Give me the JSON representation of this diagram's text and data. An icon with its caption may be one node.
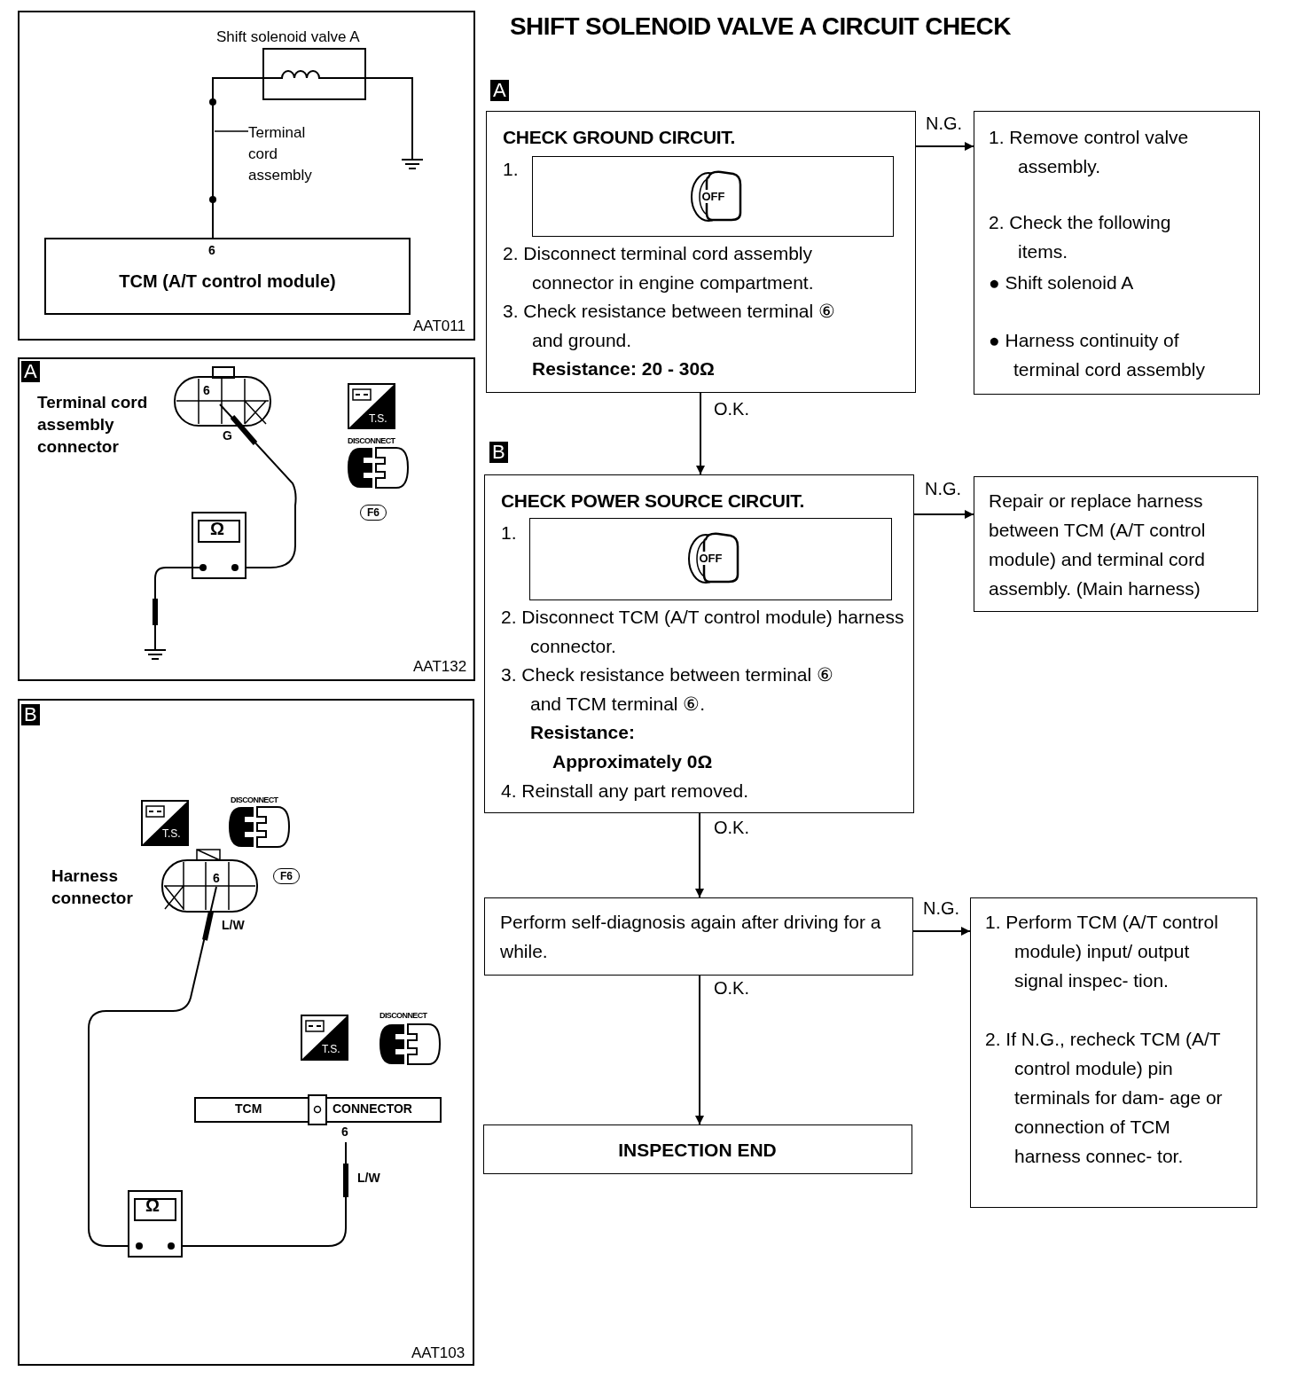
{
  "diagram": {
    "title": "SHIFT SOLENOID VALVE A CIRCUIT CHECK",
    "nodes": [
      {
        "text": [
          "AAT011"
        ]
      },
      {
        "text": [
          "Shift solenoid valve A"
        ],
        "in": 0
      },
      {
        "text": [
          "Terminal cord assembly"
        ],
        "in": 0
      },
      {
        "text": [
          "6",
          "TCM (A/T control module)"
        ],
        "in": 0
      },
      {
        "text": [
          "A",
          "AAT132"
        ]
      },
      {
        "text": [
          "B",
          "AAT103"
        ]
      },
      {
        "text": [
          "CHECK GROUND CIRCUIT.",
          "1.",
          "2. Disconnect terminal cord assembly connector in engine compartment.",
          "3. Check resistance between terminal ⑥ and ground.",
          "Resistance: 20 - 30Ω"
        ]
      },
      {
        "text": [
          "OFF"
        ],
        "in": 6
      },
      {
        "text": [
          "1. Remove control valve assembly.",
          "2. Check the following items.",
          "● Shift solenoid A",
          "● Harness continuity of terminal cord assembly"
        ]
      },
      {
        "text": [
          "CHECK POWER SOURCE CIRCUIT.",
          "1.",
          "2. Disconnect TCM (A/T control module) harness connector.",
          "3. Check resistance between terminal ⑥ and TCM terminal ⑥.",
          "Resistance:",
          "Approximately 0Ω",
          "4. Reinstall any part removed."
        ]
      },
      {
        "text": [
          "OFF"
        ],
        "in": 9
      },
      {
        "text": [
          "Repair or replace harness between TCM (A/T control module) and terminal cord assembly. (Main harness)"
        ]
      },
      {
        "text": [
          "Perform self-diagnosis again after driving for a while."
        ]
      },
      {
        "text": [
          "1. Perform TCM (A/T control module) input/ output signal inspec- tion.",
          "2. If N.G., recheck TCM (A/T control module) pin terminals for dam- age or connection of TCM harness connec- tor."
        ]
      },
      {
        "text": [
          "INSPECTION END"
        ]
      }
    ],
    "edges": [
      {
        "from": 1,
        "to": 3,
        "arrow": "none"
      },
      {
        "from": 2,
        "to": null,
        "arrow": "none"
      },
      {
        "from": 6,
        "to": 8,
        "arrow": "to",
        "label": "N.G."
      },
      {
        "from": 6,
        "to": 9,
        "arrow": "to",
        "label": "O.K."
      },
      {
        "from": 9,
        "to": 11,
        "arrow": "to",
        "label": "N.G."
      },
      {
        "from": 9,
        "to": 12,
        "arrow": "to",
        "label": "O.K."
      },
      {
        "from": 12,
        "to": 13,
        "arrow": "to",
        "label": "N.G."
      },
      {
        "from": 12,
        "to": 14,
        "arrow": "to",
        "label": "O.K."
      }
    ],
    "labels": [
      "Terminal cord assembly connector",
      "6",
      "G",
      "T.S.",
      "DISCONNECT",
      "F6",
      "Ω",
      "T.S.",
      "DISCONNECT",
      "Harness connector",
      "6",
      "F6",
      "L/W",
      "T.S.",
      "DISCONNECT",
      "TCM",
      "CONNECTOR",
      "6",
      "L/W",
      "Ω",
      "A",
      "B"
    ]
  }
}
